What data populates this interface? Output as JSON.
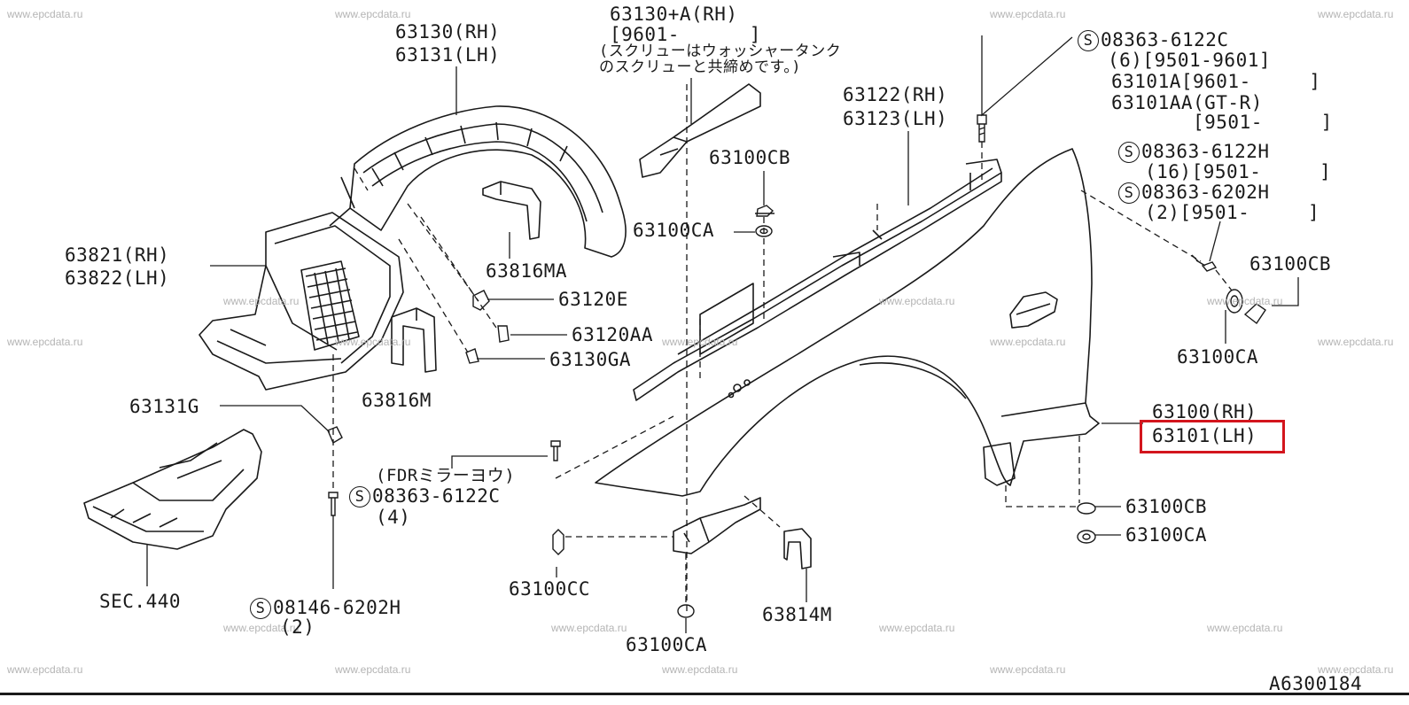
{
  "diagram_id": "A6300184",
  "watermark": "www.epcdata.ru",
  "highlight_color": "#d3151d",
  "labels": {
    "l63130_rh": "63130(RH)",
    "l63131_lh": "63131(LH)",
    "l63130a_rh": "63130+A(RH)",
    "l9601_1": "[9601-      ]",
    "l_note1": "(スクリューはウォッシャータンク",
    "l_note2": "のスクリューと共締めです。)",
    "s08363_6122c_top": "08363-6122C",
    "l6_9501_9601": "(6)[9501-9601]",
    "l63101a": "63101A[9601-     ]",
    "l63101aa": "63101AA(GT-R)",
    "l9501_1": "[9501-     ]",
    "l63122_rh": "63122(RH)",
    "l63123_lh": "63123(LH)",
    "l63100cb_1": "63100CB",
    "s08363_6122h": "08363-6122H",
    "l16_9501": "(16)[9501-     ]",
    "s08363_6202h": "08363-6202H",
    "l2_9501": "(2)[9501-     ]",
    "l63100ca_1": "63100CA",
    "l63821_rh": "63821(RH)",
    "l63822_lh": "63822(LH)",
    "l63816ma": "63816MA",
    "l63120e": "63120E",
    "l63120aa": "63120AA",
    "l63130ga": "63130GA",
    "l63100cb_2": "63100CB",
    "l63100ca_2": "63100CA",
    "l63816m": "63816M",
    "l63131g": "63131G",
    "l63100_rh": "63100(RH)",
    "l63101_lh": "63101(LH)",
    "l_fdr": "(FDRミラーヨウ)",
    "s08363_6122c_b": "08363-6122C",
    "l4": "(4)",
    "l63100cb_3": "63100CB",
    "l63100ca_3": "63100CA",
    "l63100cc": "63100CC",
    "l_sec440": "SEC.440",
    "s08146_6202h": "08146-6202H",
    "l2b": "(2)",
    "l63814m": "63814M",
    "l63100ca_4": "63100CA",
    "s_symbol": "S"
  }
}
